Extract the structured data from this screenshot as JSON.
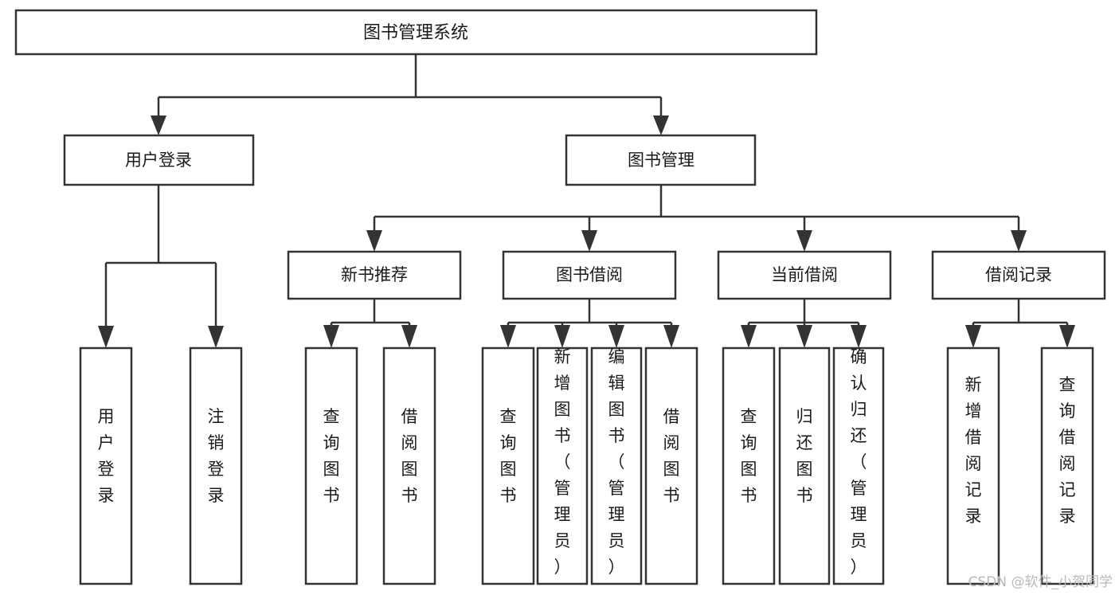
{
  "diagram": {
    "type": "tree",
    "title": "图书管理系统",
    "watermark": "CSDN @软件_小贺同学",
    "colors": {
      "stroke": "#333333",
      "fill": "#ffffff",
      "text": "#1a1a1a",
      "watermark": "#b8b8b8",
      "background": "#ffffff"
    },
    "levels": {
      "level1": {
        "label": "图书管理系统",
        "orientation": "horizontal"
      },
      "level2": [
        {
          "label": "用户登录",
          "orientation": "horizontal"
        },
        {
          "label": "图书管理",
          "orientation": "horizontal"
        }
      ],
      "level3": [
        {
          "label": "新书推荐",
          "orientation": "horizontal"
        },
        {
          "label": "图书借阅",
          "orientation": "horizontal"
        },
        {
          "label": "当前借阅",
          "orientation": "horizontal"
        },
        {
          "label": "借阅记录",
          "orientation": "horizontal"
        }
      ],
      "leaves": [
        {
          "label": "用户登录",
          "orientation": "vertical",
          "parent": "用户登录"
        },
        {
          "label": "注销登录",
          "orientation": "vertical",
          "parent": "用户登录"
        },
        {
          "label": "查询图书",
          "orientation": "vertical",
          "parent": "新书推荐"
        },
        {
          "label": "借阅图书",
          "orientation": "vertical",
          "parent": "新书推荐"
        },
        {
          "label": "查询图书",
          "orientation": "vertical",
          "parent": "图书借阅"
        },
        {
          "label": "新增图书（管理员）",
          "orientation": "vertical",
          "parent": "图书借阅"
        },
        {
          "label": "编辑图书（管理员）",
          "orientation": "vertical",
          "parent": "图书借阅"
        },
        {
          "label": "借阅图书",
          "orientation": "vertical",
          "parent": "图书借阅"
        },
        {
          "label": "查询图书",
          "orientation": "vertical",
          "parent": "当前借阅"
        },
        {
          "label": "归还图书",
          "orientation": "vertical",
          "parent": "当前借阅"
        },
        {
          "label": "确认归还（管理员）",
          "orientation": "vertical",
          "parent": "当前借阅"
        },
        {
          "label": "新增借阅记录",
          "orientation": "vertical",
          "parent": "借阅记录"
        },
        {
          "label": "查询借阅记录",
          "orientation": "vertical",
          "parent": "借阅记录"
        }
      ]
    },
    "nodes": {
      "root": "图书管理系统",
      "user_login": "用户登录",
      "book_manage": "图书管理",
      "new_book_rec": "新书推荐",
      "book_borrow": "图书借阅",
      "current_borrow": "当前借阅",
      "borrow_record": "借阅记录",
      "leaf_user_login": "用户登录",
      "leaf_logout": "注销登录",
      "leaf_query_book_a": "查询图书",
      "leaf_borrow_book_a": "借阅图书",
      "leaf_query_book_b": "查询图书",
      "leaf_add_book": "新增图书（管理员）",
      "leaf_edit_book": "编辑图书（管理员）",
      "leaf_borrow_book_b": "借阅图书",
      "leaf_query_book_c": "查询图书",
      "leaf_return_book": "归还图书",
      "leaf_confirm_return": "确认归还（管理员）",
      "leaf_add_record": "新增借阅记录",
      "leaf_query_record": "查询借阅记录"
    }
  }
}
